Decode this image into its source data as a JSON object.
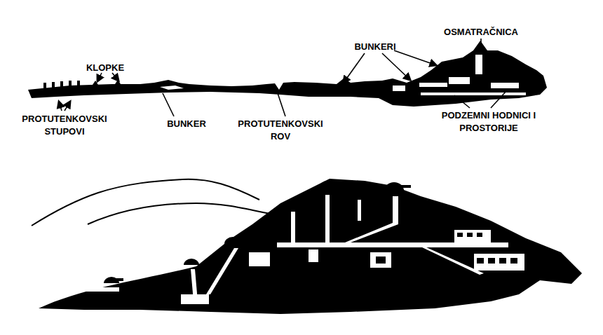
{
  "diagram": {
    "labels": [
      "OSMATRAČNICA",
      "BUNKERI",
      "KLOPKE",
      "PODZEMNI HODNICI I PROSTORIJE",
      "PROTUTENKOVSKI STUPOVI",
      "BUNKER",
      "PROTUTENKOVSKI ROV"
    ]
  }
}
